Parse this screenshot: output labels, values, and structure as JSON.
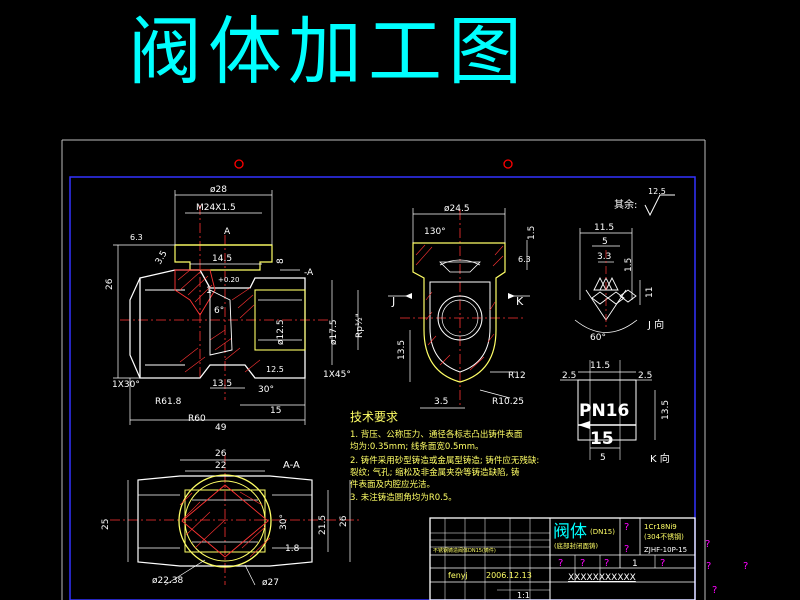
{
  "page_title": "阀体加工图",
  "views": {
    "main": {
      "dims": {
        "d28": "ø28",
        "m24": "M24X1.5",
        "a1": "A",
        "a2": "A",
        "s14_5": "14.5",
        "s8": "8",
        "s3_5": "3.5",
        "s26": "26",
        "tol": "+0.20",
        "s1": "1",
        "s6": "6°",
        "d12_5": "ø12.5",
        "d17_5": "ø17.5",
        "rp": "Rp½\"",
        "s1x30": "1X30°",
        "s13_5": "13.5",
        "s30": "30°",
        "r61": "R61.8",
        "r60": "R60",
        "s15": "15",
        "s49": "49",
        "s1x45": "1X45°",
        "roughA": "6.3",
        "roughB": "12.5",
        "cut": "-A"
      }
    },
    "side": {
      "dims": {
        "d24": "ø24.5",
        "a130": "130°",
        "s1_5": "1.5",
        "s13_5": "13.5",
        "s3_5": "3.5",
        "r12": "R12",
        "r10": "R10.25",
        "j": "J",
        "k": "K",
        "rough": "6.3"
      }
    },
    "section": {
      "label": "A-A",
      "dims": {
        "s26": "26",
        "s22": "22",
        "s25": "25",
        "s21_5": "21.5",
        "s26b": "26",
        "s30": "30°",
        "s1_8": "1.8",
        "d22": "ø22.38",
        "d27": "ø27"
      }
    },
    "detail_j": {
      "label": "J 向",
      "dims": {
        "s11_5": "11.5",
        "s5": "5",
        "s3_3": "3.3",
        "s1_5": "1.5",
        "s11": "11",
        "s60": "60°"
      }
    },
    "detail_k": {
      "label": "K 向",
      "pn_top": "PN16",
      "pn_bottom": "15",
      "dims": {
        "s11_5": "11.5",
        "s2_5a": "2.5",
        "s2_5b": "2.5",
        "s13_5": "13.5",
        "s5": "5"
      }
    }
  },
  "rest_roughness": {
    "label": "其余:",
    "value": "12.5"
  },
  "tech_req": {
    "heading": "技术要求",
    "items": [
      "1. 背压、公称压力、通径各标志凸出铸件表面",
      "   均为:0.35mm; 线条面宽0.5mm。",
      "2. 铸件采用砂型铸造或金属型铸造; 铸件应无残缺:",
      "   裂纹; 气孔; 缩松及非金属夹杂等铸造缺陷, 铸",
      "   件表面及内腔应光洁。",
      "3. 未注铸造圆角均为R0.5。"
    ]
  },
  "title_block": {
    "part_name": "阀体",
    "part_sub": "(DN15)",
    "part_sub2": "(底部封闭面铸)",
    "material_1": "1Cr18Ni9",
    "material_2": "(304不锈钢)",
    "drawing_no": "ZJHF-10P-15",
    "q1": "?",
    "q2": "?",
    "q3": "?",
    "q4": "?",
    "q5": "?",
    "q6": "?",
    "count": "1",
    "designer": "fenyj",
    "date": "2006.12.13",
    "scale": "1:1",
    "company": "XXXXXXXXXXX",
    "small_row": "不锈钢铸造阀体DN15(铸件)"
  },
  "stray_marks": [
    "?",
    "?",
    "?",
    "?"
  ]
}
